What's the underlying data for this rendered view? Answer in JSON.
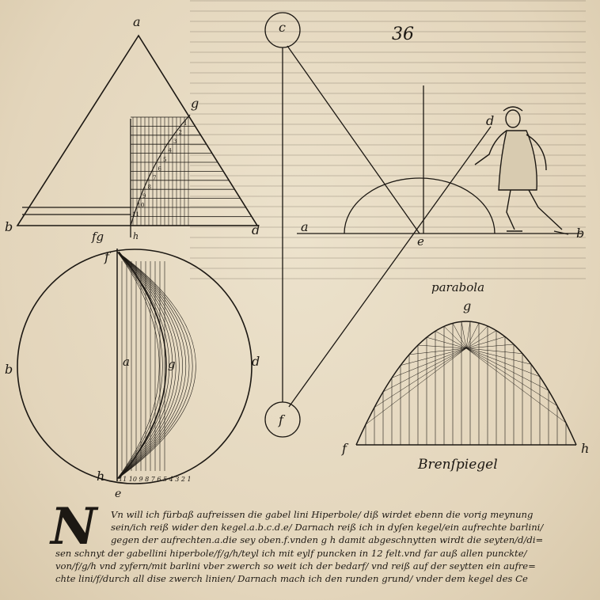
{
  "page_number": "36",
  "fig_triangle": {
    "apex": "a",
    "right_top": "g",
    "left": "b",
    "right": "d",
    "bottom_labels": "fg",
    "bottom_h": "h",
    "scale_numbers": [
      "1",
      "2",
      "3",
      "4",
      "5",
      "6",
      "7",
      "8",
      "9",
      "10",
      "11"
    ]
  },
  "fig_circle": {
    "top": "f",
    "left": "b",
    "center": "a",
    "curve": "g",
    "right": "d",
    "bottom": "h",
    "below": "e",
    "scale": "11 10 9 8 7 6 5 4 3 2 1"
  },
  "fig_sight": {
    "top_circle": "c",
    "bottom_circle": "f",
    "eye": "d",
    "left": "a",
    "center": "e",
    "right": "b"
  },
  "fig_parabola": {
    "title": "parabola",
    "apex": "g",
    "left": "f",
    "right": "h",
    "caption": "Brenſpiegel"
  },
  "text": {
    "initial": "N",
    "lines": [
      "Vn will ich fürbaß aufreissen die gabel lini Hiperbole/ diß wirdet ebenn die vorig meynung",
      "sein/ich reiß wider den kegel.a.b.c.d.e/ Darnach reiß ich in dyſen kegel/ein aufrechte barlini/",
      "gegen der aufrechten.a.die sey oben.f.vnden g h damit abgeschnytten wirdt die seyten/d/di=",
      "sen schnyt der gabellini hiperbole/f/g/h/teyl ich mit eylf puncken in 12 felt.vnd far auß allen punckte/",
      "von/f/g/h vnd zyfern/mit barlini vber zwerch so weit ich der bedarf/ vnd reiß auf der seytten ein aufre=",
      "chte lini/f/durch all dise zwerch linien/ Darnach mach ich den runden grund/ vnder dem kegel des Ce"
    ]
  }
}
